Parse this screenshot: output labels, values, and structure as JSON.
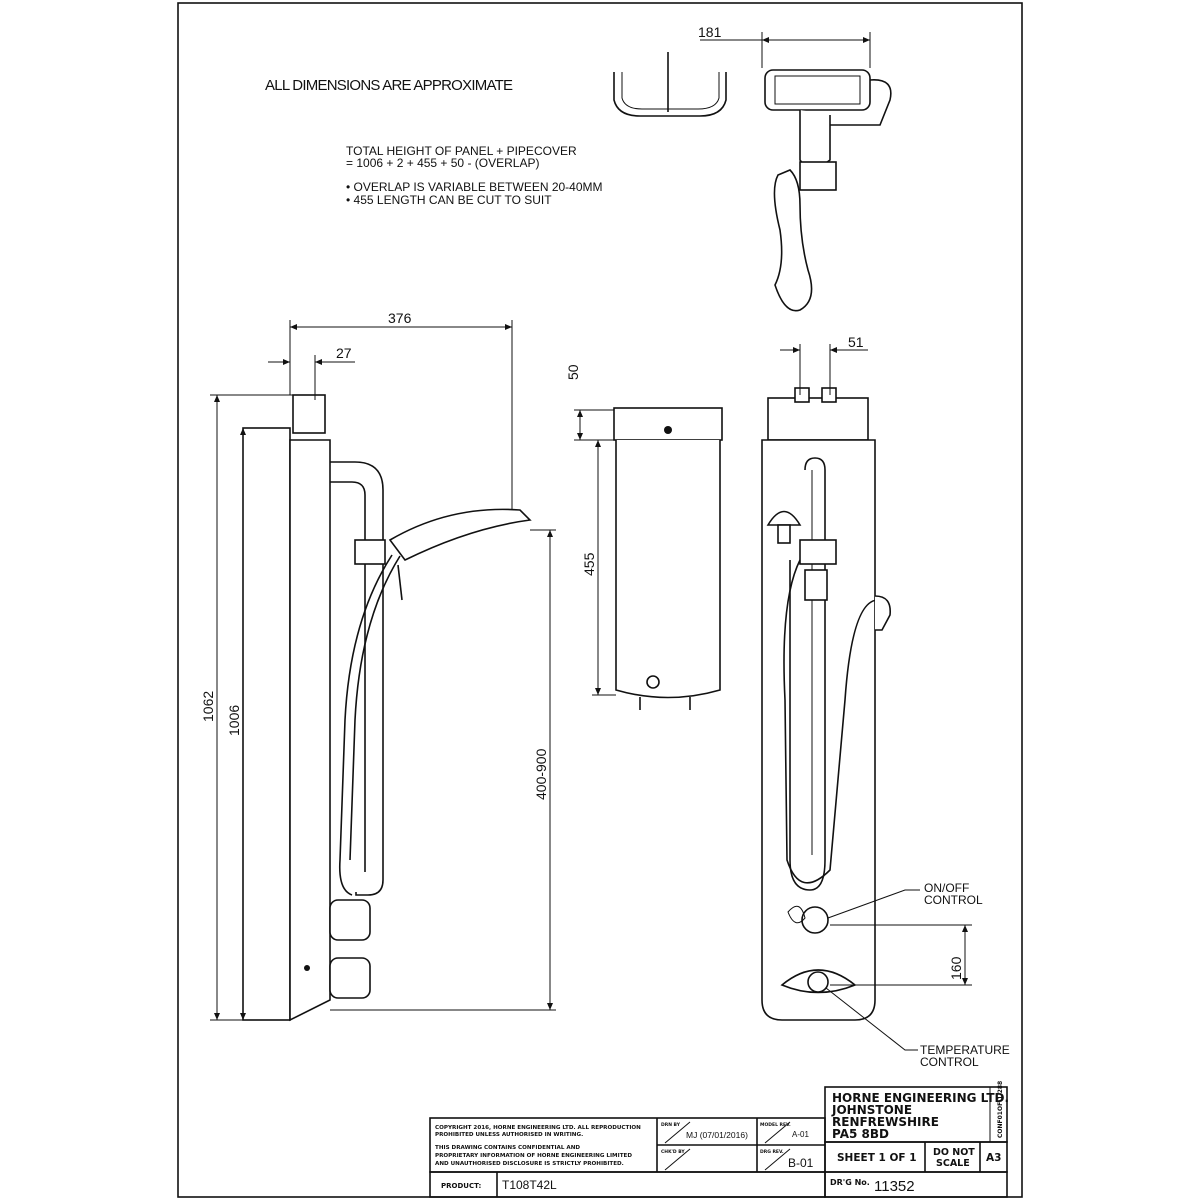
{
  "notes": {
    "heading": "ALL DIMENSIONS ARE APPROXIMATE",
    "line1": "TOTAL HEIGHT OF PANEL + PIPECOVER",
    "line2": "= 1006 + 2 + 455 + 50 - (OVERLAP)",
    "bullet1": "• OVERLAP IS VARIABLE BETWEEN 20-40MM",
    "bullet2": "• 455 LENGTH CAN BE CUT TO SUIT"
  },
  "dimensions": {
    "top_width": "181",
    "side_depth": "376",
    "side_offset": "27",
    "overall_height": "1062",
    "panel_height": "1006",
    "mount_height": "400-900",
    "cap_height": "50",
    "cover_length": "455",
    "fitting_spacing": "51",
    "control_spacing": "160"
  },
  "labels": {
    "onoff_1": "ON/OFF",
    "onoff_2": "CONTROL",
    "temp_1": "TEMPERATURE",
    "temp_2": "CONTROL"
  },
  "title_block": {
    "company1": "HORNE ENGINEERING LTD.",
    "company2": "JOHNSTONE",
    "company3": "RENFREWSHIRE",
    "company4": "PA5 8BD",
    "conf": "CONF01OF:1.288",
    "copyright1": "COPYRIGHT 2016, HORNE ENGINEERING LTD.  ALL REPRODUCTION",
    "copyright2": "PROHIBITED UNLESS AUTHORISED IN WRITING.",
    "confidential1": "THIS  DRAWING  CONTAINS  CONFIDENTIAL  AND",
    "confidential2": "PROPRIETARY INFORMATION OF HORNE ENGINEERING LIMITED",
    "confidential3": "AND UNAUTHORISED DISCLOSURE  IS  STRICTLY  PROHIBITED.",
    "drawn_by_label": "DRN BY",
    "drawn_by": "MJ (07/01/2016)",
    "checked_by_label": "CHK'D BY",
    "model_rev_label": "MODEL REV.",
    "model_rev": "A-01",
    "drg_rev_label": "DRG REV.",
    "drg_rev": "B-01",
    "sheet": "SHEET 1 OF 1",
    "do_not_scale_1": "DO NOT",
    "do_not_scale_2": "SCALE",
    "paper_size": "A3",
    "product_label": "PRODUCT:",
    "product": "T108T42L",
    "drg_no_label": "DR'G No.",
    "drg_no": "11352"
  }
}
